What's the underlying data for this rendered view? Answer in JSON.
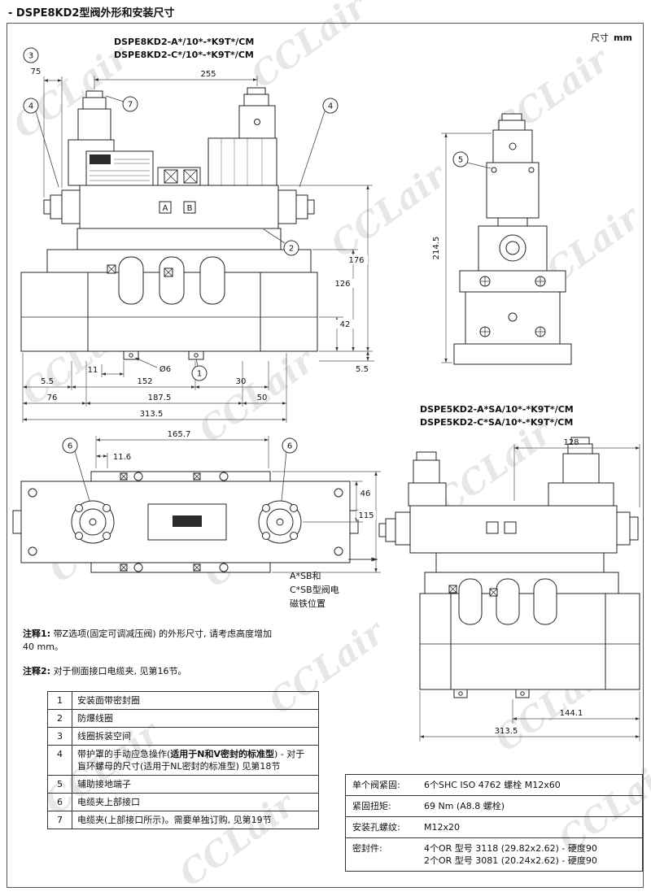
{
  "header": {
    "title": "- DSPE8KD2型阀外形和安装尺寸",
    "unit_label": "尺寸",
    "unit_value": "mm"
  },
  "models_main": {
    "line1": "DSPE8KD2-A*/10*-*K9T*/CM",
    "line2": "DSPE8KD2-C*/10*-*K9T*/CM"
  },
  "models_side": {
    "line1": "DSPE5KD2-A*SA/10*-*K9T*/CM",
    "line2": "DSPE5KD2-C*SA/10*-*K9T*/CM"
  },
  "callouts": {
    "c1": "1",
    "c2": "2",
    "c3": "3",
    "c4": "4",
    "c5": "5",
    "c6": "6",
    "c7": "7"
  },
  "ports": {
    "a": "A",
    "b": "B"
  },
  "dims": {
    "w255": "255",
    "w75": "75",
    "h176": "176",
    "h126": "126",
    "h42": "42",
    "h55": "5.5",
    "b11": "11",
    "dia6": "Ø6",
    "b55": "5.5",
    "b152": "152",
    "b30": "30",
    "b76": "76",
    "b1875": "187.5",
    "b50": "50",
    "b3135": "313.5",
    "side2145": "214.5",
    "t1657": "165.7",
    "t116": "11.6",
    "t46": "46",
    "t115": "115",
    "r128": "128",
    "r1441": "144.1",
    "r3135": "313.5"
  },
  "sb_note": "A*SB和\nC*SB型阀电\n磁铁位置",
  "notes": [
    {
      "label": "注释1:",
      "text": "带Z选项(固定可调减压阀) 的外形尺寸, 请考虑高度增加40 mm。"
    },
    {
      "label": "注释2:",
      "text": "对于侧面接口电缆夹, 见第16节。"
    }
  ],
  "legend": [
    {
      "num": "1",
      "text": "安装面带密封圈"
    },
    {
      "num": "2",
      "text": "防爆线圈"
    },
    {
      "num": "3",
      "text": "线圈拆装空间"
    },
    {
      "num": "4",
      "pre": "带护罩的手动应急操作(",
      "bold": "适用于N和V密封的标准型",
      "post": ") - 对于盲环螺母的尺寸(适用于NL密封的标准型) 见第18节"
    },
    {
      "num": "5",
      "text": "辅助接地端子"
    },
    {
      "num": "6",
      "text": "电缆夹上部接口"
    },
    {
      "num": "7",
      "text": "电缆夹(上部接口所示)。需要单独订购, 见第19节"
    }
  ],
  "spec": [
    {
      "label": "单个阀紧固:",
      "value": "6个SHC ISO 4762 螺栓 M12x60"
    },
    {
      "label": "紧固扭矩:",
      "value": "69 Nm (A8.8 螺栓)"
    },
    {
      "label": "安装孔螺纹:",
      "value": "M12x20"
    },
    {
      "label": "密封件:",
      "value": "4个OR 型号 3118 (29.82x2.62) - 硬度90\n2个OR 型号 3081 (20.24x2.62) - 硬度90"
    }
  ],
  "watermark": "CCLair"
}
